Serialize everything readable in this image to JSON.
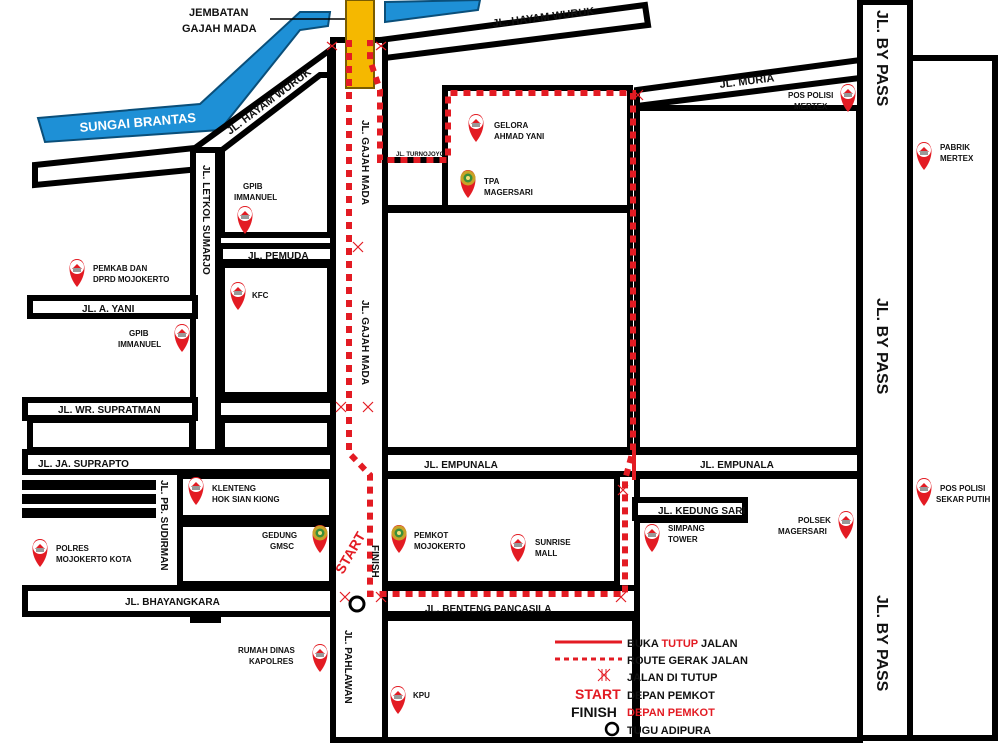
{
  "labels": {
    "bridge": [
      "JEMBATAN",
      "GAJAH MADA"
    ],
    "river": "SUNGAI BRANTAS",
    "hayam_wuruk_top": "JL. HAYAM WURUK",
    "hayam_wuruk_left": "JL. HAYAM WURUK",
    "bypass_top": "JL. BY PASS",
    "bypass_mid": "JL. BY PASS",
    "bypass_bottom": "JL. BY PASS",
    "muria": "JL. MURIA",
    "gajah_mada_1": "JL. GAJAH MADA",
    "gajah_mada_2": "JL. GAJAH MADA",
    "turnojoyo": "JL. TURNOJOYO",
    "letkol_sumarjo": "JL. LETKOL SUMARJO",
    "pemuda": "JL. PEMUDA",
    "a_yani": "JL. A. YANI",
    "wr_supratman": "JL. WR. SUPRATMAN",
    "ja_suprapto": "JL. JA. SUPRAPTO",
    "empunala_1": "JL. EMPUNALA",
    "empunala_2": "JL. EMPUNALA",
    "kedung_sari": "JL. KEDUNG SARI",
    "pb_sudirman": "JL. PB. SUDIRMAN",
    "bhayangkara": "JL. BHAYANGKARA",
    "benteng_pancasila": "JL. BENTENG PANCASILA",
    "pahlawan": "JL. PAHLAWAN",
    "start_marker": "START",
    "finish_marker": "FINISH"
  },
  "places": {
    "pos_polisi_mertex": [
      "POS POLISI",
      "MERTEX"
    ],
    "pabrik_mertex": [
      "PABRIK",
      "MERTEX"
    ],
    "gelora": [
      "GELORA",
      "AHMAD YANI"
    ],
    "tpa": [
      "TPA",
      "MAGERSARI"
    ],
    "gpib_1": [
      "GPIB",
      "IMMANUEL"
    ],
    "pemkab": [
      "PEMKAB DAN",
      "DPRD MOJOKERTO"
    ],
    "kfc": [
      "KFC"
    ],
    "gpib_2": [
      "GPIB",
      "IMMANUEL"
    ],
    "klenteng": [
      "KLENTENG",
      "HOK SIAN KIONG"
    ],
    "gedung_gmsc": [
      "GEDUNG",
      "GMSC"
    ],
    "pemkot": [
      "PEMKOT",
      "MOJOKERTO"
    ],
    "sunrise": [
      "SUNRISE",
      "MALL"
    ],
    "simpang_tower": [
      "SIMPANG",
      "TOWER"
    ],
    "polsek": [
      "POLSEK",
      "MAGERSARI"
    ],
    "pos_polisi_sekar": [
      "POS POLISI",
      "SEKAR PUTIH"
    ],
    "polres": [
      "POLRES",
      "MOJOKERTO KOTA"
    ],
    "rumah_dinas": [
      "RUMAH DINAS",
      "KAPOLRES"
    ],
    "kpu": [
      "KPU"
    ]
  },
  "legend": {
    "open_close_prefix": "BUKA ",
    "open_close_red": "TUTUP",
    "open_close_suffix": " JALAN",
    "route": "ROUTE GERAK JALAN",
    "closed": "JALAN DI TUTUP",
    "start_word": "START",
    "start_desc": "DEPAN PEMKOT",
    "finish_word": "FINISH",
    "finish_desc": "DEPAN PEMKOT",
    "tugu": "TUGU ADIPURA"
  },
  "colors": {
    "river": "#1e90d6",
    "bridge": "#f5b800",
    "route": "#e31b23",
    "pin_red": "#e31b23",
    "pin_gold": "#c9a227",
    "pin_green": "#3a8f3a"
  }
}
